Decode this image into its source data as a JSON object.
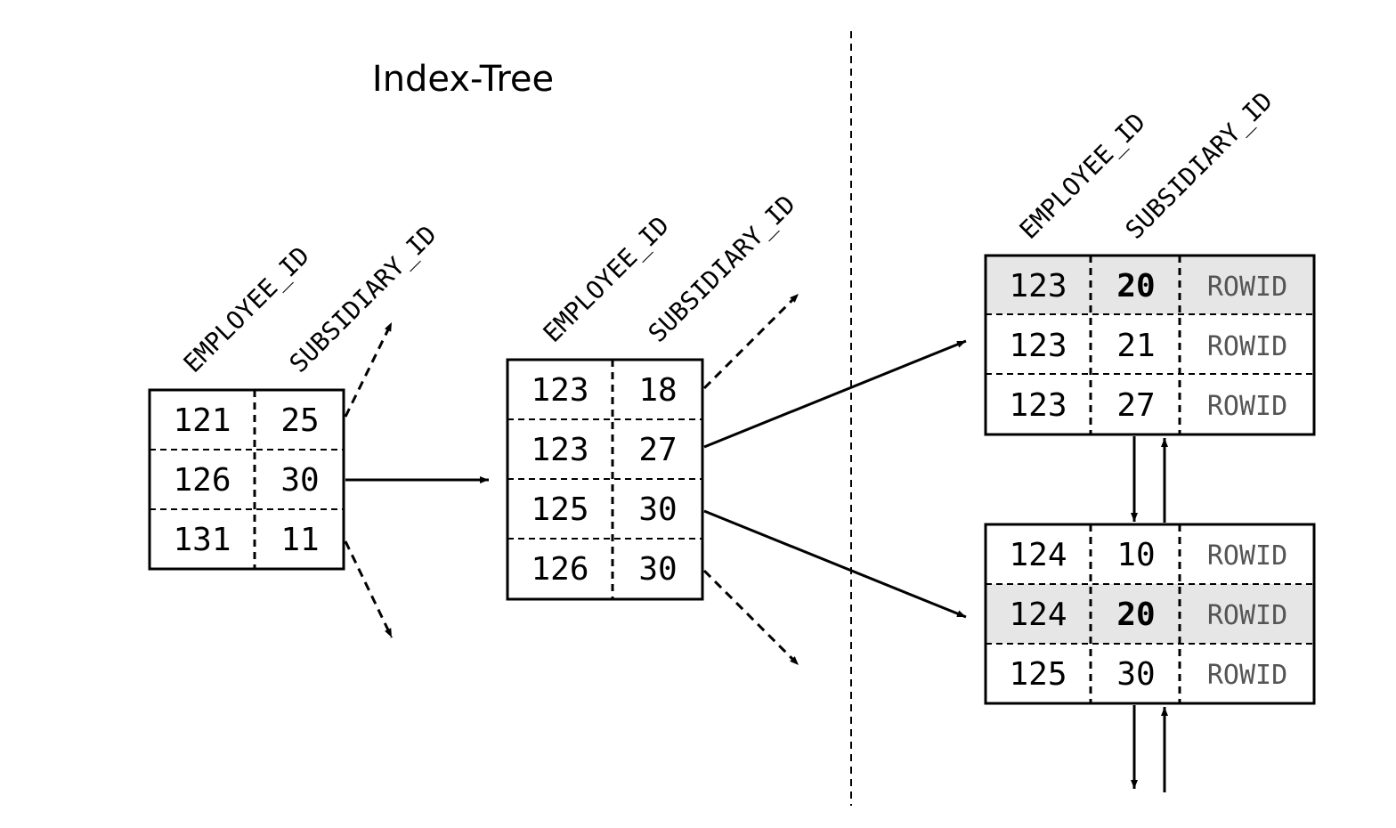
{
  "title": "Index-Tree",
  "column_headers": {
    "employee_id": "EMPLOYEE_ID",
    "subsidiary_id": "SUBSIDIARY_ID"
  },
  "root_node": {
    "rows": [
      {
        "employee_id": "121",
        "subsidiary_id": "25"
      },
      {
        "employee_id": "126",
        "subsidiary_id": "30"
      },
      {
        "employee_id": "131",
        "subsidiary_id": "11"
      }
    ]
  },
  "branch_node": {
    "rows": [
      {
        "employee_id": "123",
        "subsidiary_id": "18"
      },
      {
        "employee_id": "123",
        "subsidiary_id": "27"
      },
      {
        "employee_id": "125",
        "subsidiary_id": "30"
      },
      {
        "employee_id": "126",
        "subsidiary_id": "30"
      }
    ]
  },
  "leaf_nodes": [
    {
      "rows": [
        {
          "employee_id": "123",
          "subsidiary_id": "20",
          "rowid": "ROWID",
          "highlighted": true
        },
        {
          "employee_id": "123",
          "subsidiary_id": "21",
          "rowid": "ROWID",
          "highlighted": false
        },
        {
          "employee_id": "123",
          "subsidiary_id": "27",
          "rowid": "ROWID",
          "highlighted": false
        }
      ]
    },
    {
      "rows": [
        {
          "employee_id": "124",
          "subsidiary_id": "10",
          "rowid": "ROWID",
          "highlighted": false
        },
        {
          "employee_id": "124",
          "subsidiary_id": "20",
          "rowid": "ROWID",
          "highlighted": true
        },
        {
          "employee_id": "125",
          "subsidiary_id": "30",
          "rowid": "ROWID",
          "highlighted": false
        }
      ]
    }
  ],
  "colors": {
    "highlight": "#e6e6e6",
    "rowid_text": "#555555",
    "line": "#000000"
  }
}
